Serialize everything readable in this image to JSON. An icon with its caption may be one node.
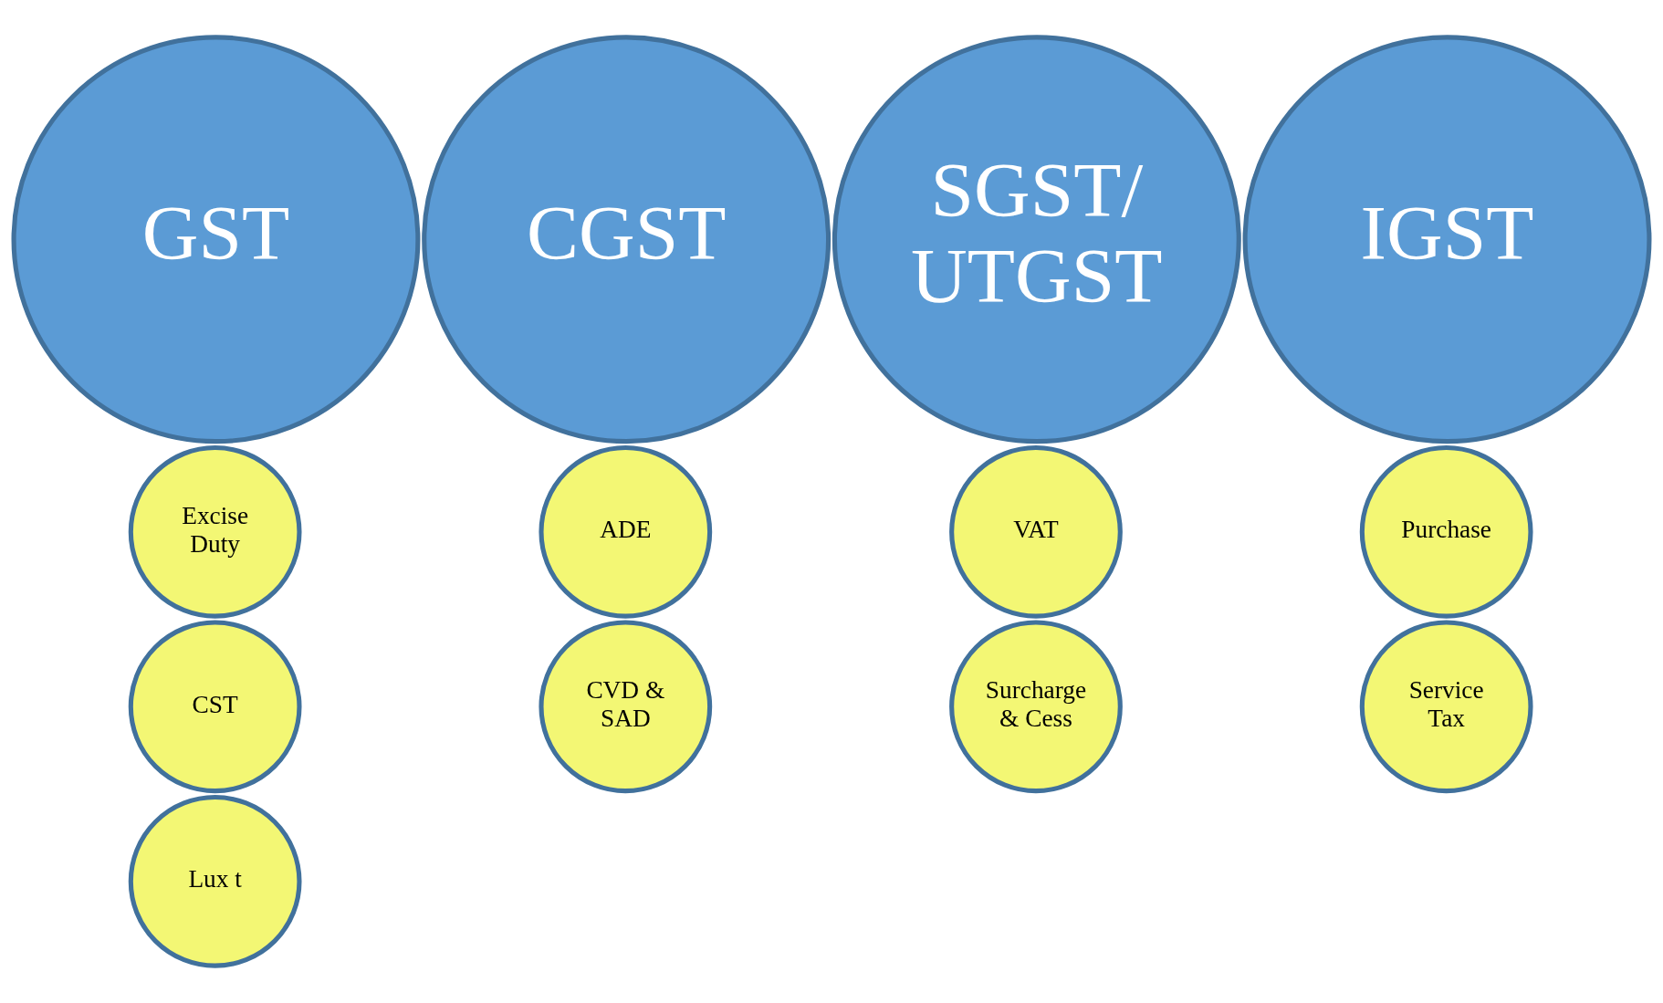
{
  "diagram": {
    "nodes": [
      {
        "text": [
          "Excise Duty"
        ]
      },
      {
        "text": [
          "ADE"
        ]
      },
      {
        "text": [
          "VAT"
        ]
      },
      {
        "text": [
          "Purchase"
        ]
      },
      {
        "text": [
          "CST"
        ]
      },
      {
        "text": [
          "CVD & SAD"
        ]
      },
      {
        "text": [
          "Surcharge & Cess"
        ]
      },
      {
        "text": [
          "Service Tax"
        ]
      },
      {
        "text": [
          "Lux t"
        ]
      },
      {
        "text": [
          "GST"
        ]
      },
      {
        "text": [
          "CGST"
        ]
      },
      {
        "text": [
          "SGST/ UTGST"
        ]
      },
      {
        "text": [
          "IGST"
        ]
      }
    ]
  }
}
